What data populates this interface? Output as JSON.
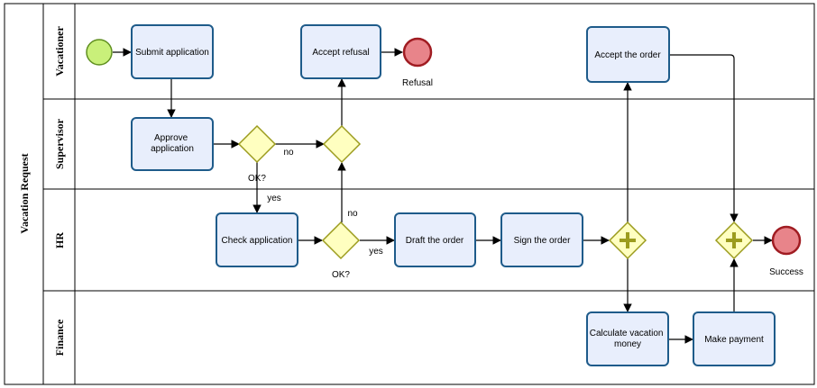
{
  "pool": {
    "label": "Vacation Request"
  },
  "lanes": {
    "vacationer": "Vacationer",
    "supervisor": "Supervisor",
    "hr": "HR",
    "finance": "Finance"
  },
  "tasks": {
    "submit": [
      "Submit application"
    ],
    "approve": [
      "Approve",
      "application"
    ],
    "accept_refusal": [
      "Accept refusal"
    ],
    "accept_order": [
      "Accept the order"
    ],
    "check": [
      "Check application"
    ],
    "draft": [
      "Draft the order"
    ],
    "sign": [
      "Sign the order"
    ],
    "calculate": [
      "Calculate vacation",
      "money"
    ],
    "payment": [
      "Make payment"
    ]
  },
  "labels": {
    "refusal": "Refusal",
    "success": "Success",
    "ok1": "OK?",
    "ok2": "OK?",
    "no1": "no",
    "no2": "no",
    "yes1": "yes",
    "yes2": "yes"
  },
  "colors": {
    "task_fill": "#e8eefc",
    "task_stroke": "#1e5b8a",
    "start_fill": "#c9f07a",
    "start_stroke": "#5f8f1f",
    "end_fill": "#e8848a",
    "end_stroke": "#a01c22",
    "gateway_fill": "#ffffc0",
    "gateway_stroke": "#9c9c1e",
    "plus_color": "#9c9c1e"
  }
}
